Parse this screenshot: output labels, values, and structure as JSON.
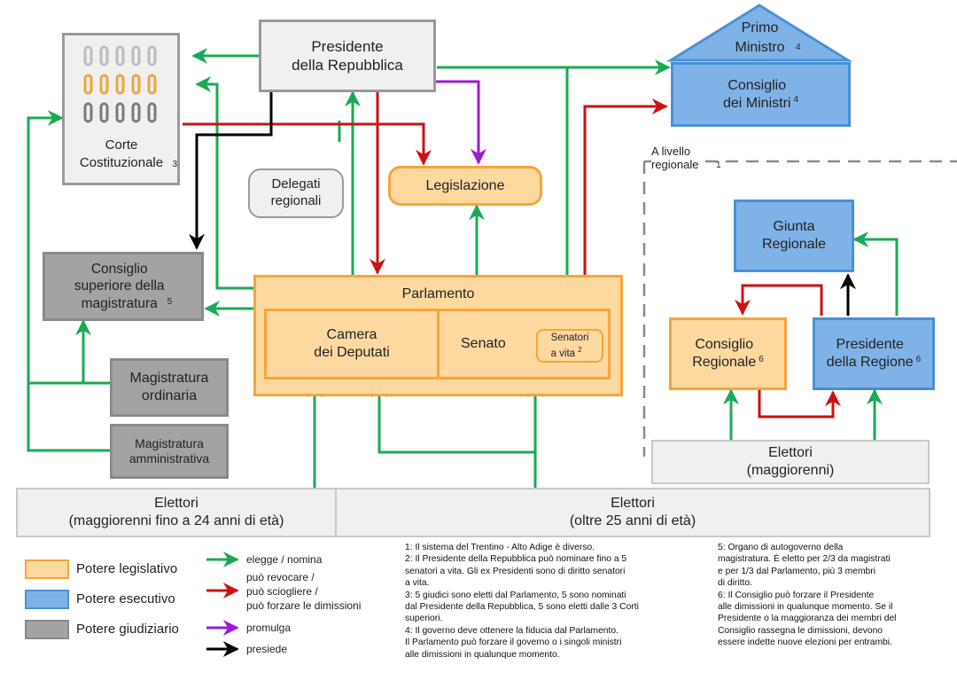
{
  "nodes": {
    "presidente": "Presidente\ndella Repubblica",
    "primo_ministro": "Primo\nMinistro",
    "primo_ministro_note": "4",
    "consiglio_ministri": "Consiglio\ndei Ministri",
    "consiglio_ministri_note": "4",
    "corte": "Corte\nCostituzionale",
    "corte_note": "3",
    "legislazione": "Legislazione",
    "delegati": "Delegati\nregionali",
    "csm": "Consiglio\nsuperiore della\nmagistratura",
    "csm_note": "5",
    "parlamento": "Parlamento",
    "camera": "Camera\ndei Deputati",
    "senato": "Senato",
    "senatori_vita": "Senatori\na vita",
    "senatori_vita_note": "2",
    "mag_ordinaria": "Magistratura\nordinaria",
    "mag_amministrativa": "Magistratura\namministrativa",
    "elettori_giovani": "Elettori\n(maggiorenni fino a 24 anni di età)",
    "elettori_adulti": "Elettori\n(oltre 25 anni di età)",
    "livello_regionale": "A livello\nregionale",
    "livello_regionale_note": "1",
    "giunta": "Giunta\nRegionale",
    "consiglio_regionale": "Consiglio\nRegionale",
    "consiglio_regionale_note": "6",
    "presidente_regione": "Presidente\ndella Regione",
    "presidente_regione_note": "6",
    "elettori_regionali": "Elettori\n(maggiorenni)"
  },
  "legend": {
    "legislativo": "Potere legislativo",
    "esecutivo": "Potere esecutivo",
    "giudiziario": "Potere giudiziario",
    "elegge": "elegge / nomina",
    "revoca": "può revocare /\npuò sciogliere /\npuò forzare le dimissioni",
    "promulga": "promulga",
    "presiede": "presiede"
  },
  "notes": {
    "n1": "1: Il sistema del Trentino - Alto Adige è diverso.\n2: Il Presidente della Repubblica può nominare fino a 5\nsenatori a vita. Gli ex Presidenti sono di diritto senatori\na vita.\n3: 5 giudici sono eletti dal Parlamento, 5 sono nominati\ndal Presidente della Repubblica, 5 sono eletti dalle 3 Corti\nsuperiori.\n4: Il governo deve ottenere la fiducia dal Parlamento.\nIl Parlamento può forzare il governo o i singoli ministri\nalle dimissioni in qualunque momento.",
    "n2": "5: Organo di autogoverno della\nmagistratura. È eletto per 2/3 da magistrati\ne per 1/3 dal Parlamento, più 3 membri\ndi diritto.\n6: Il Consiglio può forzare il Presidente\nalle dimissioni in qualunque momento. Se il\nPresidente o la maggioranza dei membri del\nConsiglio rassegna le dimissioni, devono\nessere indette nuove elezioni per entrambi."
  },
  "colors": {
    "elegge": "#1aaa55",
    "revoca": "#cc1111",
    "promulga": "#9b1bd6",
    "presiede": "#000000",
    "legislativo": "#fdd9a0",
    "esecutivo": "#7fb3e8",
    "giudiziario": "#a3a3a3"
  }
}
